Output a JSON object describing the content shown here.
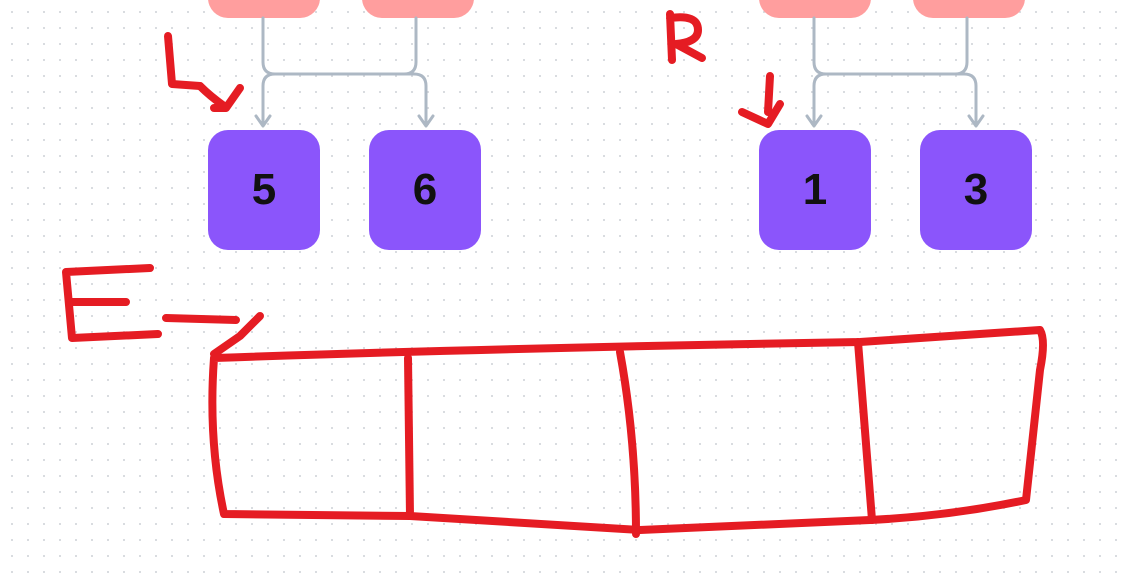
{
  "colors": {
    "leaf_fill": "#8b55fb",
    "parent_fill": "#ff9e9e",
    "edge": "#adb8c4",
    "annotation_red": "#e51c23"
  },
  "diagram": {
    "left_group": {
      "annotation": "L",
      "leaves": [
        "5",
        "6"
      ]
    },
    "right_group": {
      "annotation": "R",
      "leaves": [
        "1",
        "3"
      ]
    },
    "array": {
      "annotation": "E",
      "cells": 4
    }
  }
}
